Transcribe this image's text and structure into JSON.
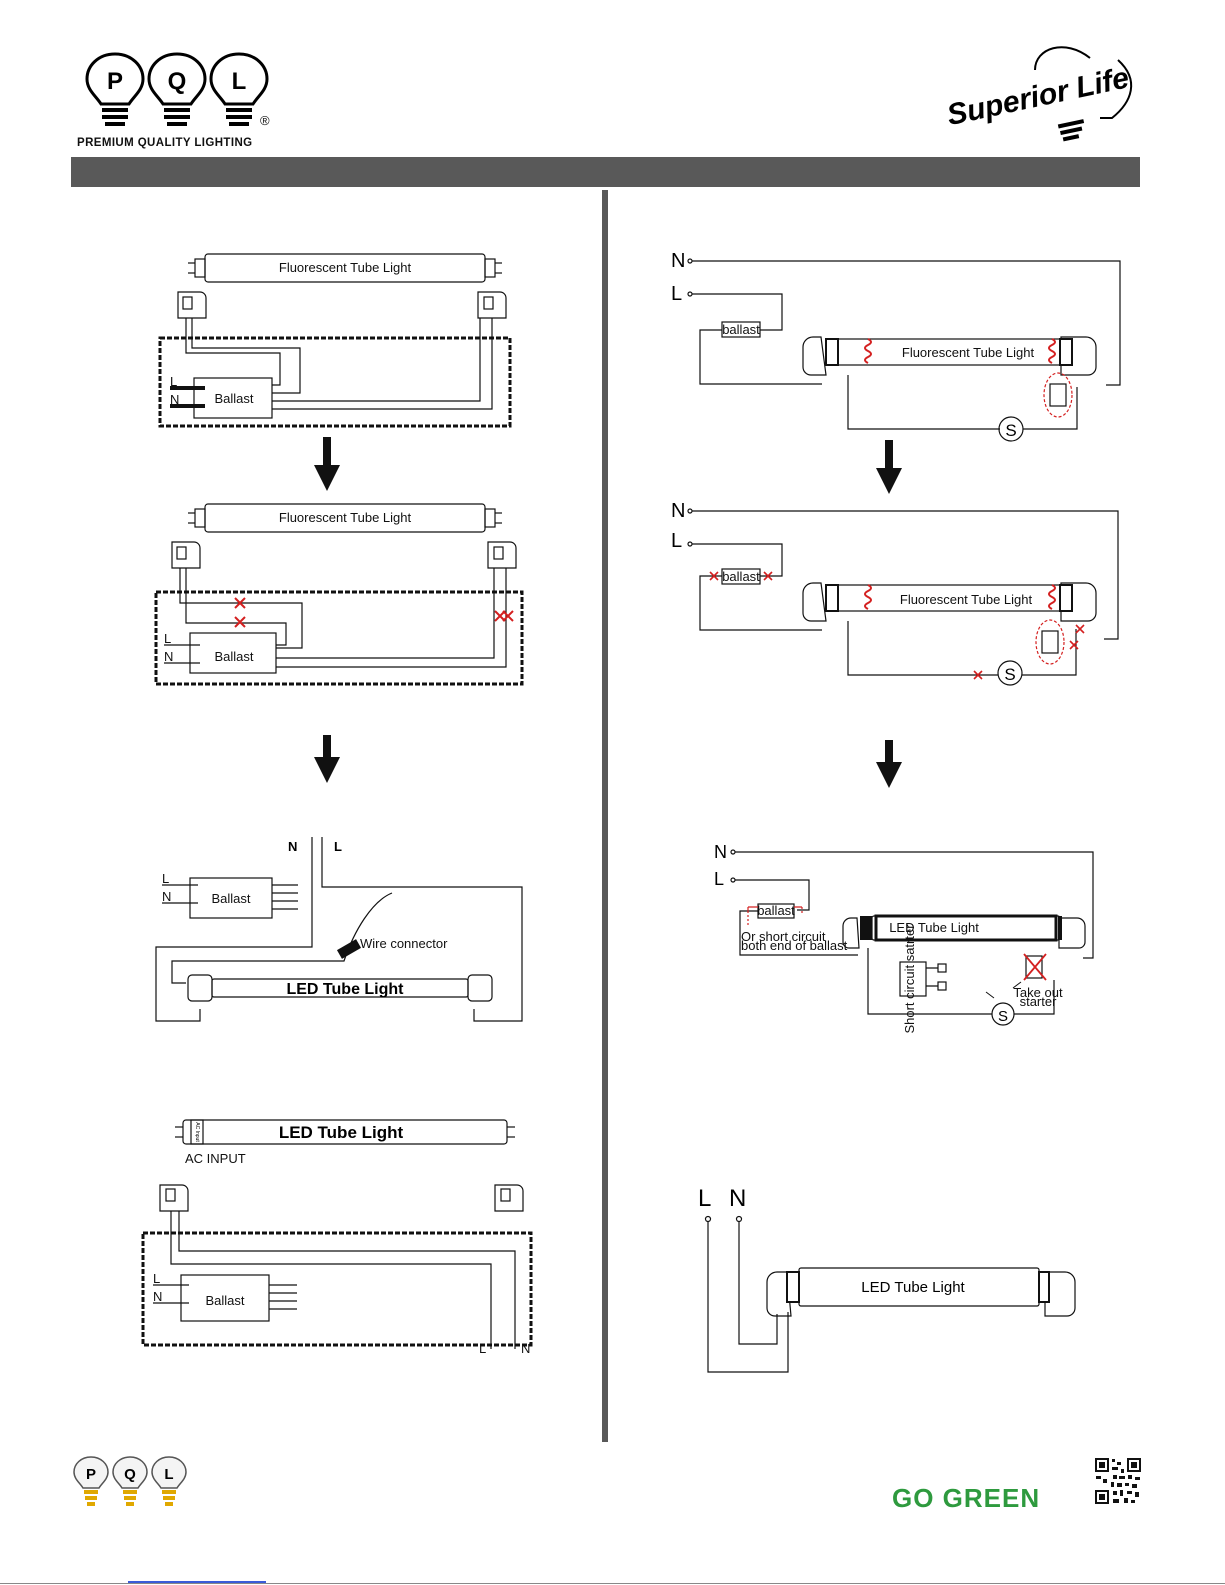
{
  "header": {
    "brand_letters": [
      "P",
      "Q",
      "L"
    ],
    "registered_mark": "®",
    "tagline": "PREMIUM QUALITY LIGHTING",
    "right_logo": "Superior Life"
  },
  "left_column": {
    "step1": {
      "tube_label": "Fluorescent Tube Light",
      "ballast": "Ballast",
      "l": "L",
      "n": "N"
    },
    "step2": {
      "tube_label": "Fluorescent Tube Light",
      "ballast": "Ballast",
      "l": "L",
      "n": "N"
    },
    "step3": {
      "n_top": "N",
      "l_top": "L",
      "ballast": "Ballast",
      "l": "L",
      "n": "N",
      "connector": "Wire connector",
      "tube_label": "LED Tube Light"
    },
    "step4": {
      "tube_label": "LED Tube Light",
      "end_cap": "AC Input",
      "ac_input": "AC INPUT",
      "ballast": "Ballast",
      "l": "L",
      "n": "N",
      "l_bottom": "L",
      "n_bottom": "N"
    }
  },
  "right_column": {
    "step1": {
      "n": "N",
      "l": "L",
      "ballast": "ballast",
      "tube_label": "Fluorescent Tube Light",
      "starter": "S"
    },
    "step2": {
      "n": "N",
      "l": "L",
      "ballast": "ballast",
      "tube_label": "Fluorescent Tube Light",
      "starter": "S"
    },
    "step3": {
      "n": "N",
      "l": "L",
      "ballast": "ballast",
      "short_note_1": "Or short circuit",
      "short_note_2": "both end of ballast",
      "tube_label": "LED Tube Light",
      "short_starter": "Short circuit satrter",
      "take_out_1": "Take out",
      "take_out_2": "starter",
      "starter": "S"
    },
    "step4": {
      "l": "L",
      "n": "N",
      "tube_label": "LED Tube Light"
    }
  },
  "footer": {
    "brand_letters": [
      "P",
      "Q",
      "L"
    ],
    "go_green": "GO GREEN"
  },
  "colors": {
    "band": "#595959",
    "go_green": "#2e9a3e",
    "bulb_base": "#e0a800",
    "cross": "#d42020"
  }
}
